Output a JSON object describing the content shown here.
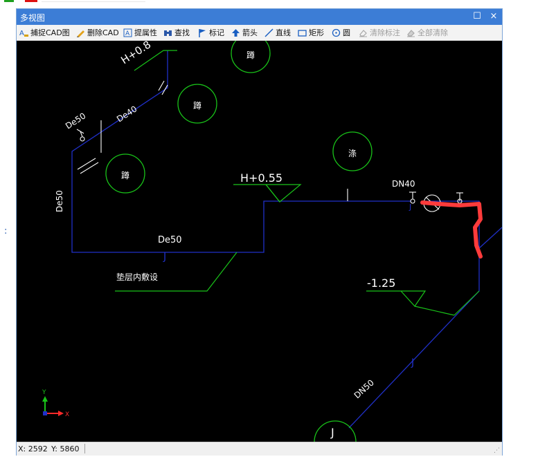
{
  "window": {
    "title": "多视图",
    "maximize_symbol": "☐",
    "close_symbol": "×"
  },
  "toolbar": [
    {
      "label": "捕捉CAD图",
      "icon": "capture-icon",
      "disabled": false
    },
    {
      "label": "删除CAD",
      "icon": "pencil-icon",
      "disabled": false
    },
    {
      "label": "提属性",
      "icon": "attribute-icon",
      "disabled": false
    },
    {
      "label": "查找",
      "icon": "binoculars-icon",
      "disabled": false
    },
    {
      "label": "标记",
      "icon": "flag-icon",
      "disabled": false
    },
    {
      "label": "箭头",
      "icon": "arrow-up-icon",
      "disabled": false
    },
    {
      "label": "直线",
      "icon": "line-icon",
      "disabled": false
    },
    {
      "label": "矩形",
      "icon": "rectangle-icon",
      "disabled": false
    },
    {
      "label": "圆",
      "icon": "circle-icon",
      "disabled": false
    },
    {
      "label": "清除标注",
      "icon": "eraser-icon",
      "disabled": true
    },
    {
      "label": "全部清除",
      "icon": "eraser-all-icon",
      "disabled": true
    }
  ],
  "drawing": {
    "labels": {
      "h_top": "H+0.8",
      "de40": "De40",
      "de50_a": "De50",
      "de50_b": "De50",
      "de50_c": "De50",
      "h055": "H+0.55",
      "dn40": "DN40",
      "neg125": "-1.25",
      "dn50": "DN50",
      "note": "垫层内敷设",
      "j1": "J",
      "j2": "J",
      "j3": "J",
      "j4": "J"
    },
    "circle_labels": [
      "蹲",
      "蹲",
      "蹲",
      "涤"
    ],
    "axis": {
      "x": "X",
      "y": "Y"
    },
    "colors": {
      "pipe": "#2030c8",
      "green": "#19c419",
      "white": "#ffffff",
      "markup": "#ff3b3b"
    }
  },
  "status": {
    "x": "X: 2592",
    "y": "Y: 5860"
  },
  "side_text": ":"
}
